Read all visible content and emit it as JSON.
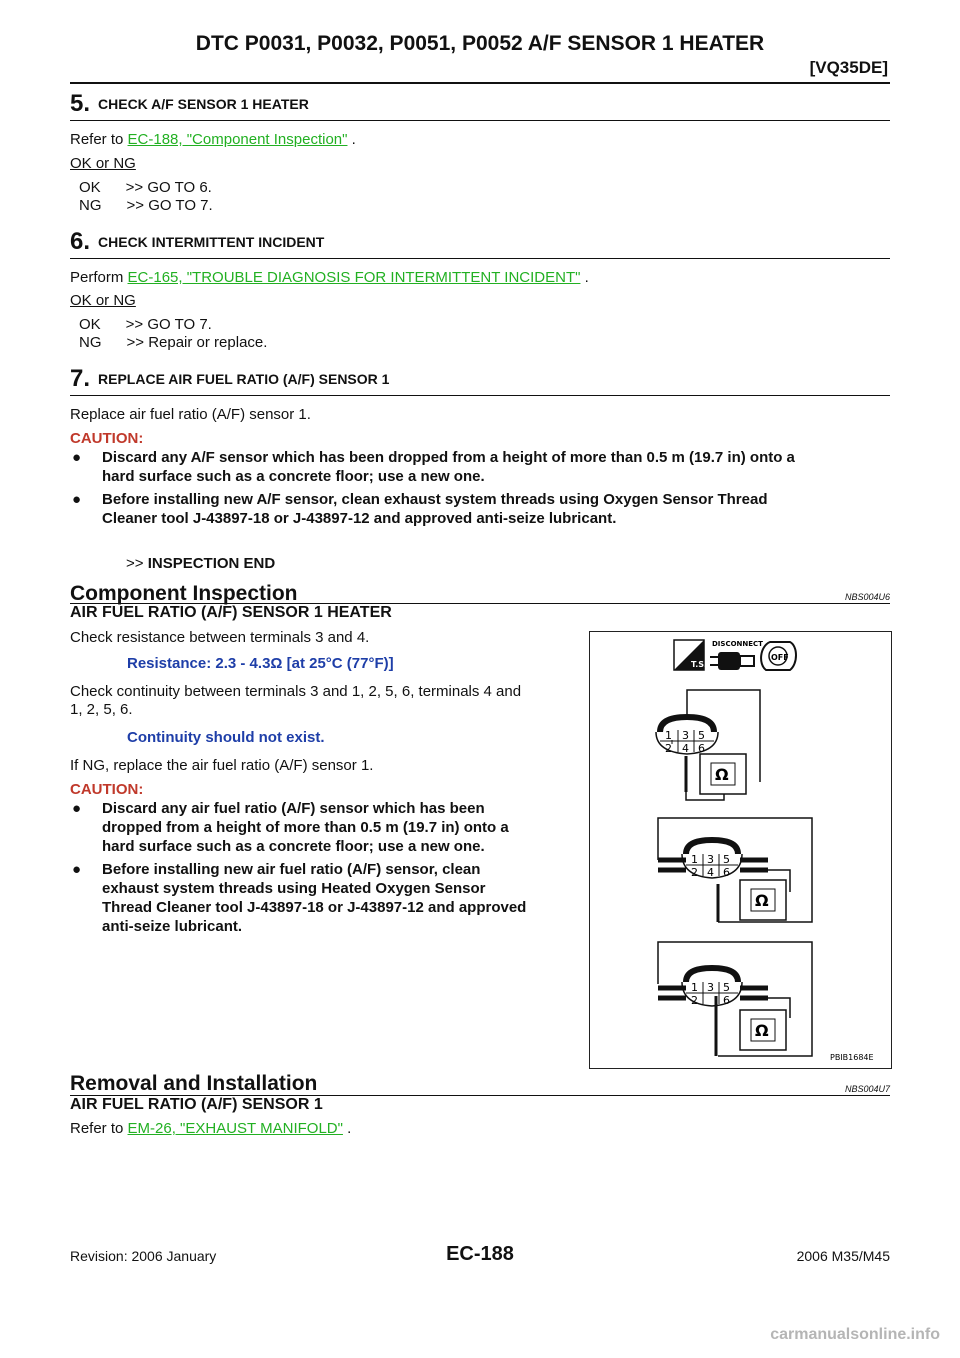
{
  "header": {
    "title": "DTC P0031, P0032, P0051, P0052 A/F SENSOR 1 HEATER",
    "subtitle": "[VQ35DE]"
  },
  "step5": {
    "number": "5.",
    "title": "CHECK A/F SENSOR 1 HEATER",
    "refer_prefix": "Refer to ",
    "refer_link": "EC-188, \"Component Inspection\"",
    "refer_suffix": " .",
    "question": "OK or NG",
    "ok": "OK      >> GO TO 6.",
    "ng": "NG      >> GO TO 7."
  },
  "step6": {
    "number": "6.",
    "title": "CHECK INTERMITTENT INCIDENT",
    "perform_prefix": "Perform ",
    "perform_link": "EC-165, \"TROUBLE DIAGNOSIS FOR INTERMITTENT INCIDENT\"",
    "perform_suffix": " .",
    "question": "OK or NG",
    "ok": "OK      >> GO TO 7.",
    "ng": "NG      >> Repair or replace."
  },
  "step7": {
    "number": "7.",
    "title": "REPLACE AIR FUEL RATIO (A/F) SENSOR 1",
    "text": "Replace air fuel ratio (A/F) sensor 1.",
    "caution": "CAUTION:",
    "bullet1_l1": "Discard any A/F sensor which has been dropped from a height of more than 0.5 m (19.7 in) onto a",
    "bullet1_l2": "hard surface such as a concrete floor; use a new one.",
    "bullet2_l1": "Before installing new A/F sensor, clean exhaust system threads using Oxygen Sensor Thread",
    "bullet2_l2": "Cleaner tool J-43897-18 or J-43897-12 and approved anti-seize lubricant.",
    "end_arrow": ">> ",
    "end": "INSPECTION END"
  },
  "component": {
    "title": "Component Inspection",
    "code": "NBS004U6",
    "subtitle": "AIR FUEL RATIO (A/F) SENSOR 1 HEATER",
    "check1": "Check resistance between terminals 3 and 4.",
    "resistance": "Resistance: 2.3 - 4.3Ω  [at 25°C (77°F)]",
    "check2_l1": "Check continuity between terminals 3 and 1, 2, 5, 6, terminals 4 and",
    "check2_l2": "1, 2, 5, 6.",
    "continuity": "Continuity should not exist.",
    "ifng": "If NG, replace the air fuel ratio (A/F) sensor 1.",
    "caution": "CAUTION:",
    "b1": [
      "Discard any air fuel ratio (A/F) sensor which has been",
      "dropped from a height of more than 0.5 m (19.7 in) onto a",
      "hard surface such as a concrete floor; use a new one."
    ],
    "b2": [
      "Before installing new air fuel ratio (A/F) sensor, clean",
      "exhaust system threads using Heated Oxygen Sensor",
      "Thread Cleaner tool J-43897-18 or J-43897-12 and approved",
      "anti-seize lubricant."
    ]
  },
  "figure": {
    "disconnect_label": "DISCONNECT",
    "ts_label": "T.S.",
    "off_label": "OFF",
    "ohm": "Ω",
    "pin_top": [
      "1",
      "3",
      "5"
    ],
    "pin_bottom": [
      "2",
      "4",
      "6"
    ],
    "code": "PBIB1684E"
  },
  "removal": {
    "title": "Removal and Installation",
    "code": "NBS004U7",
    "subtitle": "AIR FUEL RATIO (A/F) SENSOR 1",
    "refer_prefix": "Refer to ",
    "refer_link": "EM-26, \"EXHAUST MANIFOLD\"",
    "refer_suffix": " ."
  },
  "footer": {
    "revision": "Revision: 2006 January",
    "page": "EC-188",
    "model": "2006 M35/M45"
  },
  "watermark": "carmanualsonline.info"
}
